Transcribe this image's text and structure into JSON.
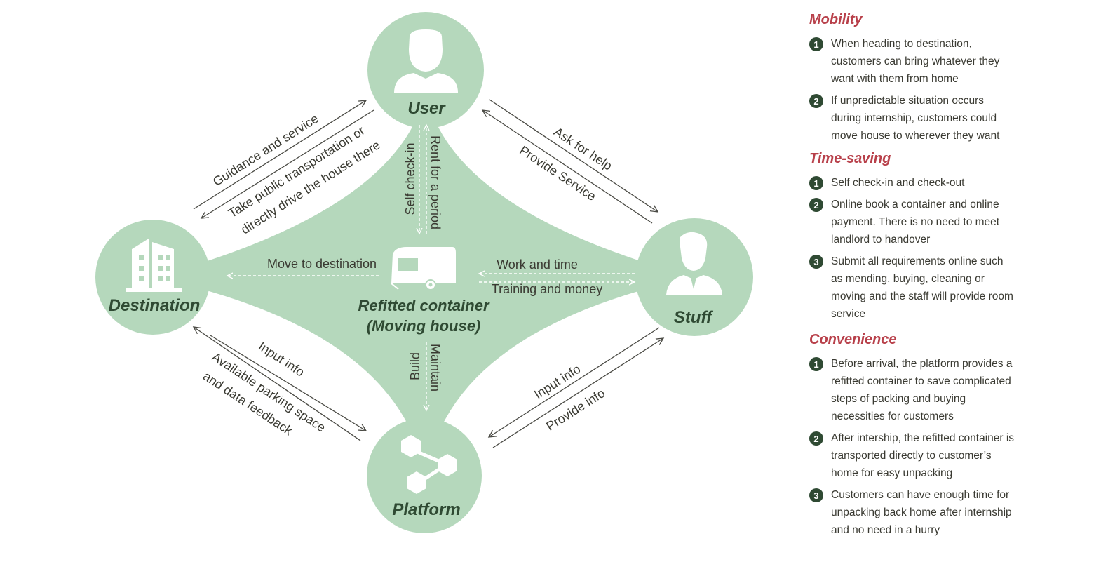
{
  "nodes": {
    "user": "User",
    "destination": "Destination",
    "stuff": "Stuff",
    "platform": "Platform",
    "center_line1": "Refitted container",
    "center_line2": "(Moving house)"
  },
  "flows": {
    "guidance": "Guidance and service",
    "public_transport_1": "Take public transportation or",
    "public_transport_2": "directly drive the house there",
    "ask_help": "Ask for help",
    "provide_service": "Provide Service",
    "self_checkin": "Self check-in",
    "rent_period": "Rent for a period",
    "move_destination": "Move to destination",
    "work_time": "Work and time",
    "training_money": "Training and money",
    "build": "Build",
    "maintain": "Maintain",
    "input_info_left": "Input info",
    "parking_1": "Available parking space",
    "parking_2": "and  data feedback",
    "input_info_right": "Input info",
    "provide_info": "Provide info"
  },
  "sections": [
    {
      "title": "Mobility",
      "items": [
        {
          "num": "1",
          "text": "When heading to destination, customers can bring whatever they want with them from home"
        },
        {
          "num": "2",
          "text": "If unpredictable situation occurs during internship, customers could move house to wherever they want"
        }
      ]
    },
    {
      "title": "Time-saving",
      "items": [
        {
          "num": "1",
          "text": "Self check-in and check-out"
        },
        {
          "num": "2",
          "text": "Online book a container and online payment. There is no need to meet landlord to handover"
        },
        {
          "num": "3",
          "text": "Submit all requirements online such as mending, buying, cleaning or moving and the staff will provide room service"
        }
      ]
    },
    {
      "title": "Convenience",
      "items": [
        {
          "num": "1",
          "text": "Before arrival, the platform provides a refitted container to save complicated steps of packing and buying necessities for customers"
        },
        {
          "num": "2",
          "text": "After intership, the refitted container is transported directly to customer’s home for easy unpacking"
        },
        {
          "num": "3",
          "text": "Customers can have enough time for unpacking back home after internship and no need in a hurry"
        }
      ]
    }
  ],
  "colors": {
    "shape_fill": "#b5d8bc",
    "dark_green": "#2f4a33",
    "accent_red": "#b8404a"
  },
  "icons": {
    "user": "user-icon",
    "destination": "building-icon",
    "stuff": "staff-icon",
    "platform": "network-icon",
    "center": "caravan-icon"
  }
}
